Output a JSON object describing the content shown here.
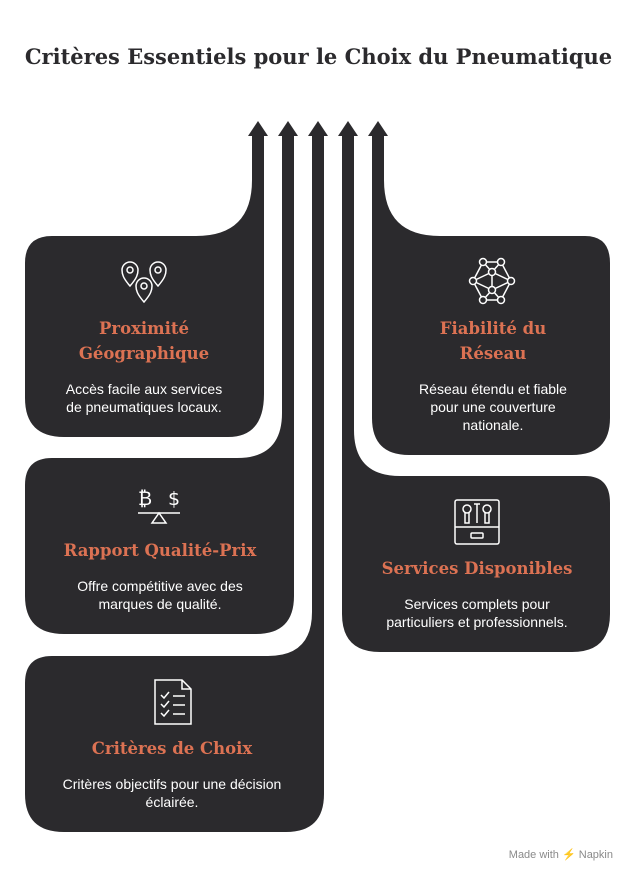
{
  "title": "Critères Essentiels pour le Choix du Pneumatique",
  "colors": {
    "card": "#2b2a2d",
    "accent": "#dc7253",
    "text": "#ffffff"
  },
  "cards": [
    {
      "id": "proximite",
      "title_line1": "Proximité",
      "title_line2": "Géographique",
      "desc_line1": "Accès facile aux services",
      "desc_line2": "de pneumatiques locaux.",
      "icon": "map-pins-icon"
    },
    {
      "id": "rapport",
      "title_line1": "Rapport Qualité-Prix",
      "desc_line1": "Offre compétitive avec des",
      "desc_line2": "marques de qualité.",
      "icon": "balance-scale-icon"
    },
    {
      "id": "criteres",
      "title_line1": "Critères de Choix",
      "desc_line1": "Critères objectifs pour une décision",
      "desc_line2": "éclairée.",
      "icon": "checklist-icon"
    },
    {
      "id": "fiabilite",
      "title_line1": "Fiabilité du",
      "title_line2": "Réseau",
      "desc_line1": "Réseau étendu et fiable",
      "desc_line2": "pour une couverture",
      "desc_line3": "nationale.",
      "icon": "network-icon"
    },
    {
      "id": "services",
      "title_line1": "Services Disponibles",
      "desc_line1": "Services complets pour",
      "desc_line2": "particuliers et professionnels.",
      "icon": "toolbox-icon"
    }
  ],
  "footer": {
    "made_with": "Made with",
    "brand": "Napkin"
  }
}
